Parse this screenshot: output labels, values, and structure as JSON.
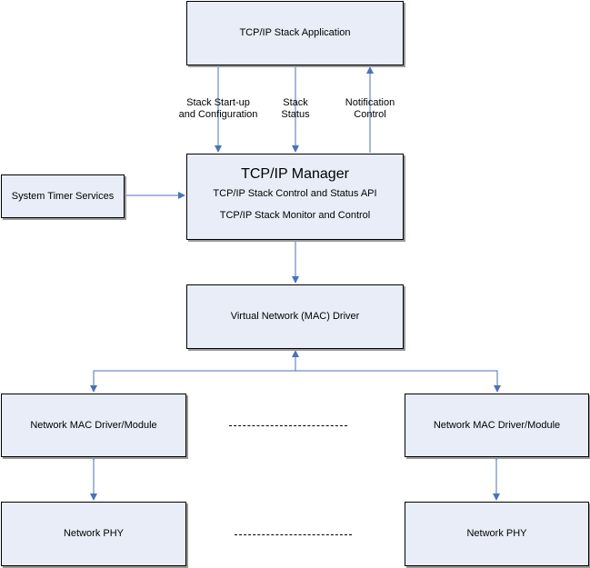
{
  "app": {
    "label": "TCP/IP Stack Application"
  },
  "manager": {
    "title": "TCP/IP Manager",
    "line1": "TCP/IP Stack Control and Status API",
    "line2": "TCP/IP Stack Monitor and Control"
  },
  "timer": {
    "label": "System Timer Services"
  },
  "virtual_driver": {
    "label": "Virtual Network (MAC) Driver"
  },
  "mac_left": {
    "label": "Network MAC Driver/Module"
  },
  "mac_right": {
    "label": "Network MAC Driver/Module"
  },
  "phy_left": {
    "label": "Network PHY"
  },
  "phy_right": {
    "label": "Network PHY"
  },
  "connections": {
    "startup": {
      "line1": "Stack Start-up",
      "line2": "and Configuration"
    },
    "status": {
      "line1": "Stack",
      "line2": "Status"
    },
    "notification": {
      "line1": "Notification",
      "line2": "Control"
    }
  },
  "colors": {
    "box_fill": "#e8edf7",
    "box_border": "#000000",
    "box_shadow": "#9a9a9a",
    "arrow": "#4a73b8"
  }
}
